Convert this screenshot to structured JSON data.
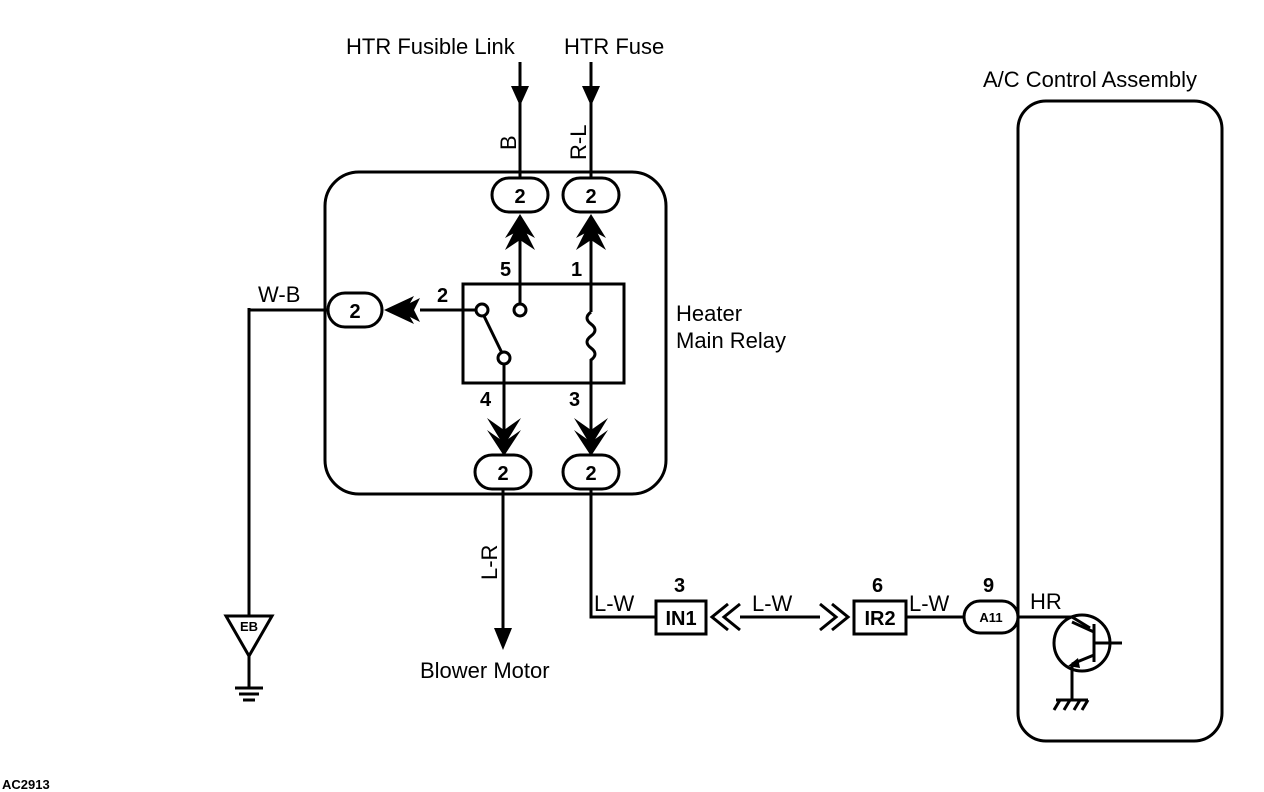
{
  "labels": {
    "htr_fusible_link": "HTR Fusible Link",
    "htr_fuse": "HTR Fuse",
    "ac_control_assembly": "A/C Control Assembly",
    "heater_main_relay_line1": "Heater",
    "heater_main_relay_line2": "Main Relay",
    "blower_motor": "Blower Motor",
    "figure_code": "AC2913"
  },
  "wires": {
    "b": "B",
    "r_l": "R-L",
    "w_b": "W-B",
    "l_r": "L-R",
    "l_w_1": "L-W",
    "l_w_2": "L-W",
    "l_w_3": "L-W"
  },
  "connectors": {
    "top_left": "2",
    "top_right": "2",
    "left": "2",
    "bottom_left": "2",
    "bottom_right": "2",
    "a11": "A11",
    "in1": "IN1",
    "ir2": "IR2"
  },
  "ground": {
    "eb": "EB"
  },
  "pins": {
    "relay_5": "5",
    "relay_1": "1",
    "relay_2": "2",
    "relay_4": "4",
    "relay_3": "3",
    "in1_pin": "3",
    "ir2_pin": "6",
    "a11_pin": "9",
    "hr": "HR"
  }
}
